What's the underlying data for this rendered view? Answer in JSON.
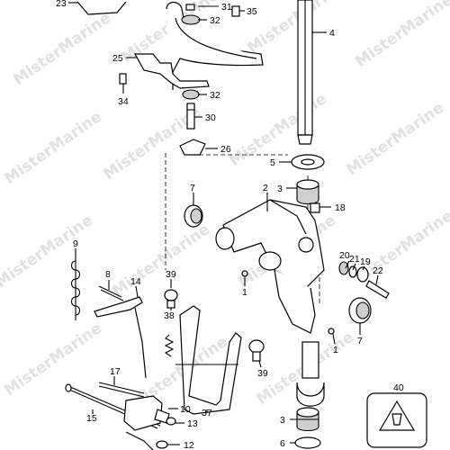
{
  "watermark": "MisterMarine",
  "callouts": [
    "23",
    "31",
    "35",
    "32",
    "4",
    "25",
    "34",
    "32",
    "30",
    "26",
    "5",
    "3",
    "7",
    "2",
    "18",
    "9",
    "20",
    "21",
    "19",
    "22",
    "8",
    "14",
    "39",
    "1",
    "38",
    "7",
    "1",
    "39",
    "17",
    "40",
    "10",
    "37",
    "15",
    "13",
    "3",
    "12",
    "6"
  ]
}
